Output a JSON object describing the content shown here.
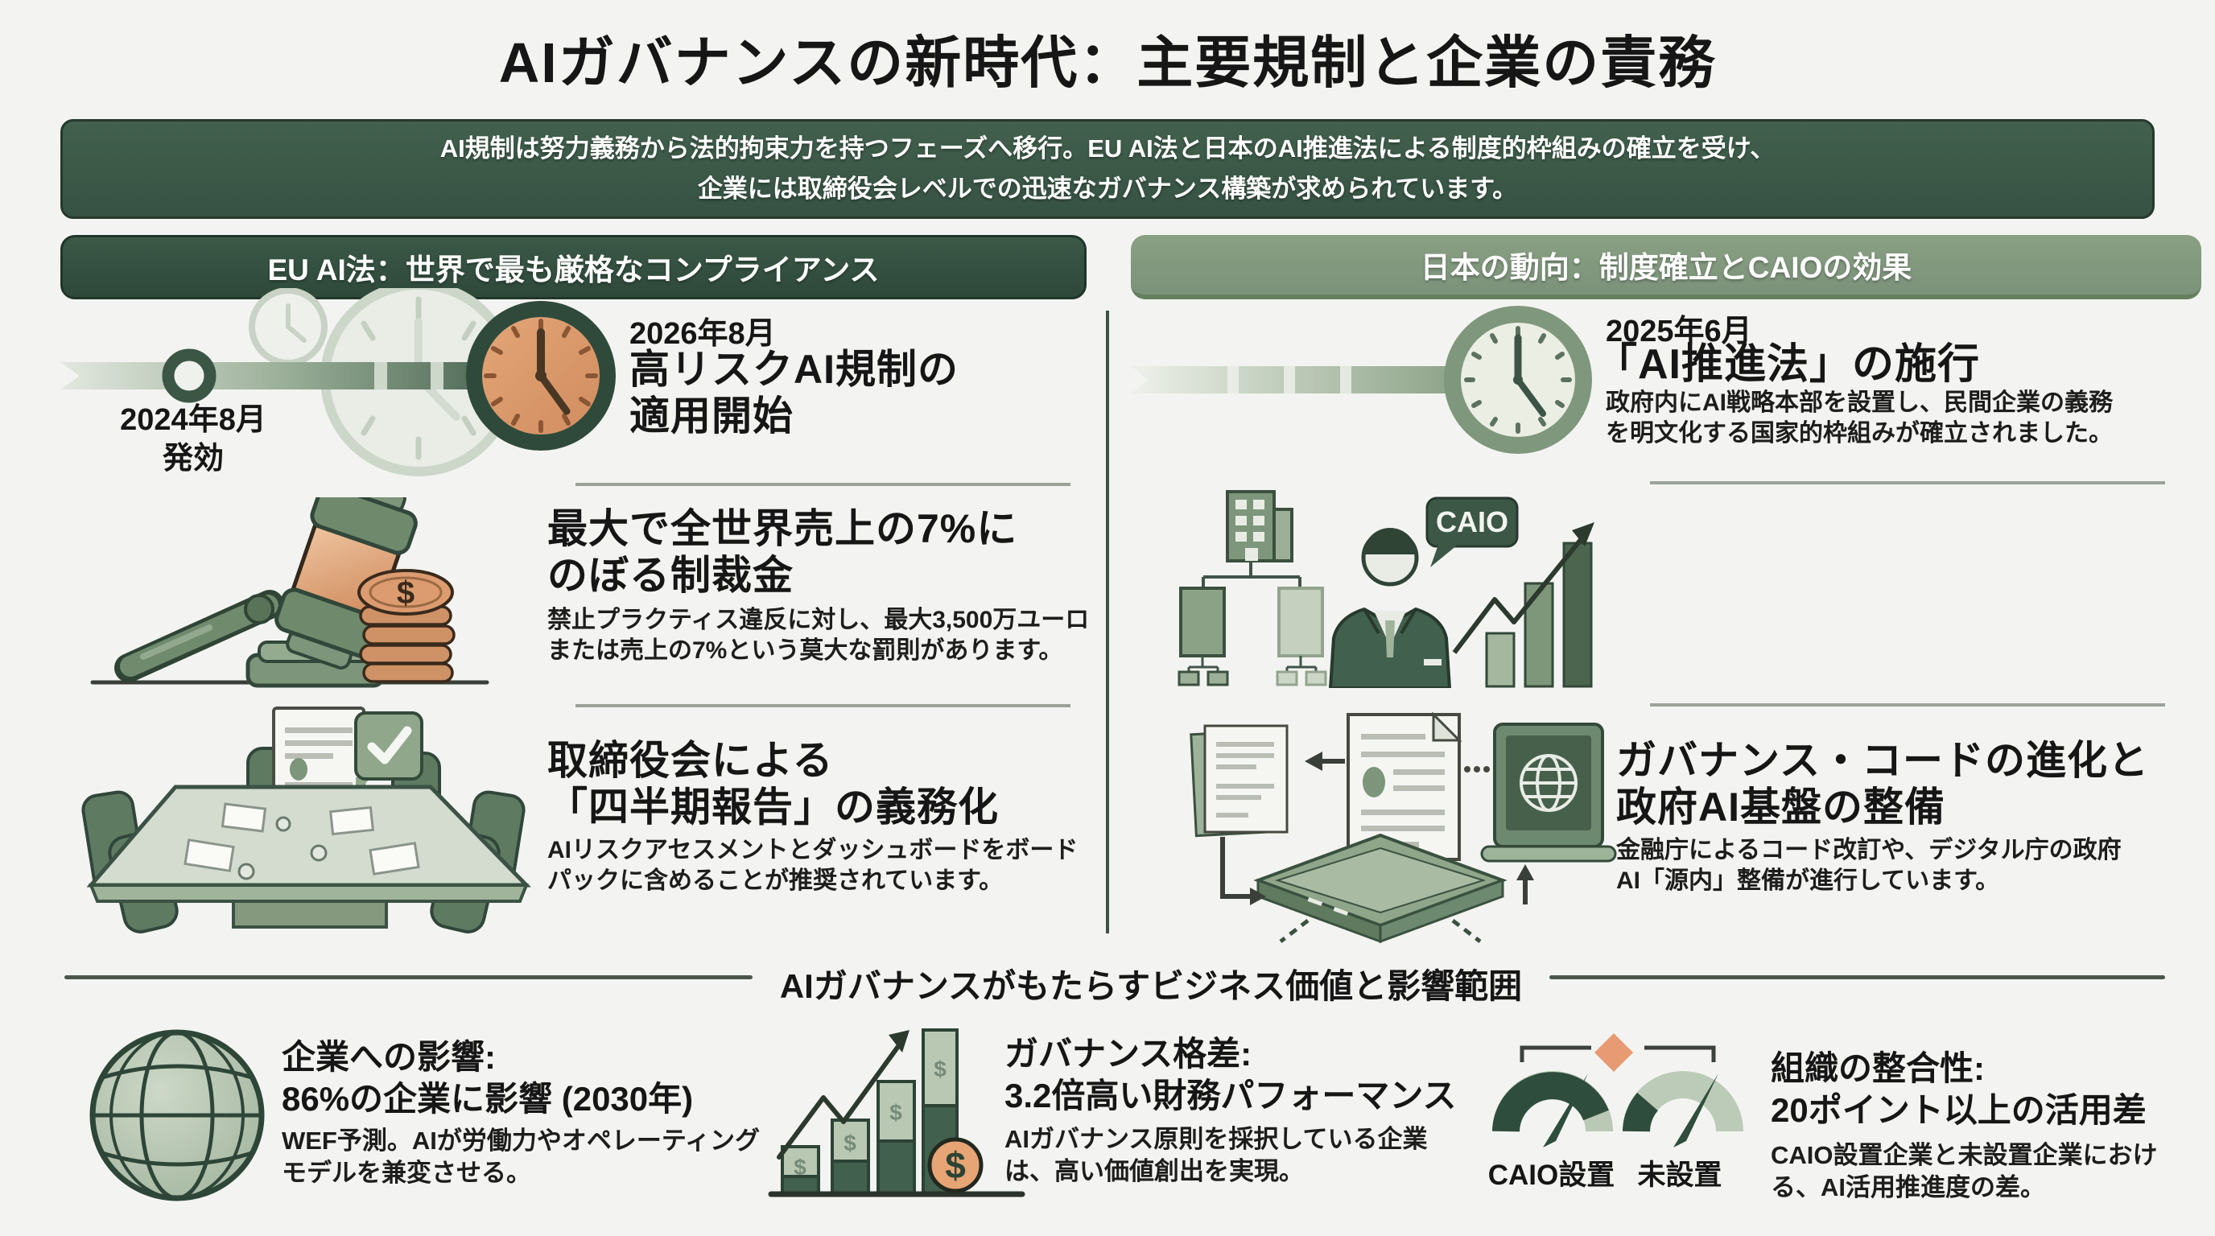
{
  "title": "AIガバナンスの新時代：主要規制と企業の責務",
  "banner": {
    "text": "AI規制は努力義務から法的拘束力を持つフェーズへ移行。EU AI法と日本のAI推進法による制度的枠組みの確立を受け、\n企業には取締役会レベルでの迅速なガバナンス構築が求められています。"
  },
  "eu": {
    "header": "EU AI法：世界で最も厳格なコンプライアンス",
    "timeline": {
      "start_label": "2024年8月\n発効",
      "end_date": "2026年8月",
      "end_heading": "高リスクAI規制の\n適用開始"
    },
    "fine": {
      "heading": "最大で全世界売上の7%に\nのぼる制裁金",
      "body": "禁止プラクティス違反に対し、最大3,500万ユーロ\nまたは売上の7%という莫大な罰則があります。"
    },
    "board": {
      "heading": "取締役会による\n「四半期報告」の義務化",
      "body": "AIリスクアセスメントとダッシュボードをボード\nパックに含めることが推奨されています。"
    }
  },
  "japan": {
    "header": "日本の動向：制度確立とCAIOの効果",
    "law": {
      "date": "2025年6月",
      "heading": "「AI推進法」の施行",
      "body": "政府内にAI戦略本部を設置し、民間企業の義務\nを明文化する国家的枠組みが確立されました。"
    },
    "caio_label": "CAIO",
    "gov": {
      "heading": "ガバナンス・コードの進化と\n政府AI基盤の整備",
      "body": "金融庁によるコード改訂や、デジタル庁の政府\nAI「源内」整備が進行しています。"
    }
  },
  "bottom": {
    "header": "AIガバナンスがもたらすビジネス価値と影響範囲",
    "impact": {
      "title": "企業への影響:\n86%の企業に影響 (2030年)",
      "body": "WEF予測。AIが労働力やオペレーティング\nモデルを兼変させる。"
    },
    "gap": {
      "title": "ガバナンス格差:\n3.2倍高い財務パフォーマンス",
      "body": "AIガバナンス原則を採択している企業\nは、高い価値創出を実現。"
    },
    "alignment": {
      "title": "組織の整合性:\n20ポイント以上の活用差",
      "body": "CAIO設置企業と未設置企業におけ\nる、AI活用推進度の差。",
      "gauge_left": "CAIO設置",
      "gauge_right": "未設置"
    }
  },
  "icons": {
    "dollar": "$"
  },
  "colors": {
    "background": "#f3f4f1",
    "dark_green": "#34503f",
    "banner_green": "#3d5847",
    "sage_green": "#82997e",
    "accent_orange": "#dd9366",
    "copper": "#c98a60",
    "text": "#161616"
  }
}
